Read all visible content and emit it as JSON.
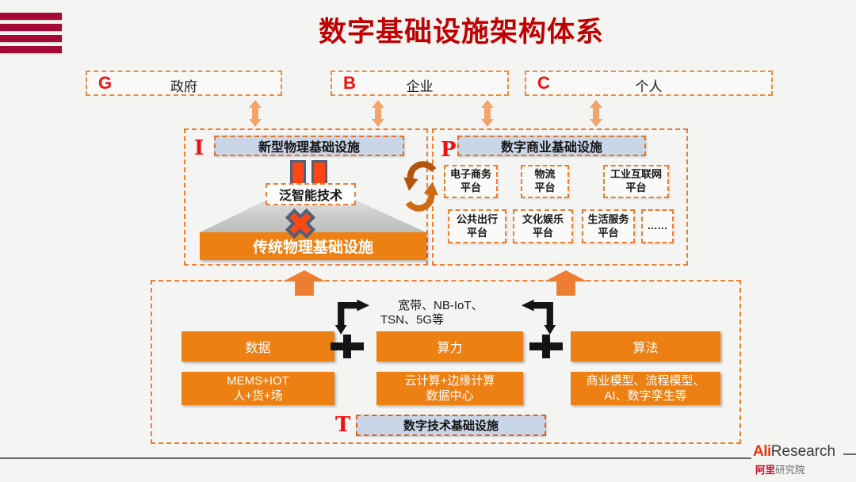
{
  "title": "数字基础设施架构体系",
  "colors": {
    "title_red": "#C00000",
    "letter_red": "#F70D0D",
    "dash_orange": "#ED7D31",
    "solid_orange": "#ED8013",
    "light_blue": "#C9D6E8",
    "icon_fill": "#FF4713",
    "icon_border": "#4F607A",
    "arrow_light_orange": "#F2A469",
    "stripe_crimson": "#A50938"
  },
  "icons": {
    "stripes-logo": "css-bars",
    "updown-arrow-icon": "↕",
    "pause-icon": "❚❚",
    "multiply-icon": "✕",
    "cycle-icon": "↻",
    "up-arrow-icon": "▲",
    "exchange-arrow-icon": "↱↓",
    "plus-icon": "+"
  },
  "top_row": {
    "government": {
      "letter": "G",
      "label": "政府"
    },
    "business": {
      "letter": "B",
      "label": "企业"
    },
    "consumer": {
      "letter": "C",
      "label": "个人"
    }
  },
  "physical": {
    "letter": "I",
    "header": "新型物理基础设施",
    "tech": "泛智能技术",
    "traditional": "传统物理基础设施"
  },
  "commerce": {
    "letter": "P",
    "header": "数字商业基础设施",
    "platforms_row1": [
      {
        "line1": "电子商务",
        "line2": "平台"
      },
      {
        "line1": "物流",
        "line2": "平台"
      },
      {
        "line1": "工业互联网",
        "line2": "平台"
      }
    ],
    "platforms_row2": [
      {
        "line1": "公共出行",
        "line2": "平台"
      },
      {
        "line1": "文化娱乐",
        "line2": "平台"
      },
      {
        "line1": "生活服务",
        "line2": "平台"
      },
      {
        "line1": "……",
        "line2": ""
      }
    ]
  },
  "technology": {
    "letter": "T",
    "network_line1": "宽带、NB-IoT、",
    "network_line2": "TSN、5G等",
    "columns": [
      {
        "title": "数据",
        "detail1": "MEMS+IOT",
        "detail2": "人+货+场"
      },
      {
        "title": "算力",
        "detail1": "云计算+边缘计算",
        "detail2": "数据中心"
      },
      {
        "title": "算法",
        "detail1": "商业模型、流程模型、",
        "detail2": "AI、数字孪生等"
      }
    ],
    "footer_label": "数字技术基础设施"
  },
  "footer": {
    "brand_en_bold": "Ali",
    "brand_en_rest": "Research",
    "brand_cn_bold": "阿里",
    "brand_cn_rest": "研究院"
  }
}
